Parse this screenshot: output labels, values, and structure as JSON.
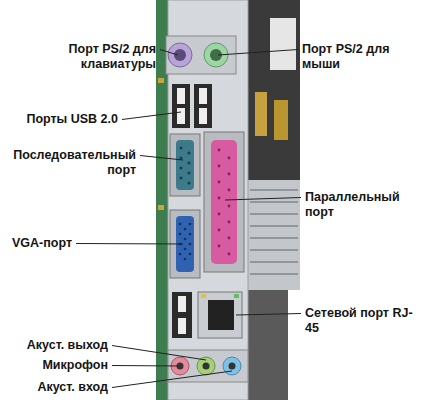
{
  "diagram": {
    "labels": [
      "Порт PS/2 для клавиатуры",
      "Порт PS/2 для мыши",
      "Порты USB 2.0",
      "Последовательный порт",
      "Параллельный порт",
      "VGA-порт",
      "Сетевой порт RJ-45",
      "Акуст. выход",
      "Микрофон",
      "Акуст. вход"
    ]
  }
}
